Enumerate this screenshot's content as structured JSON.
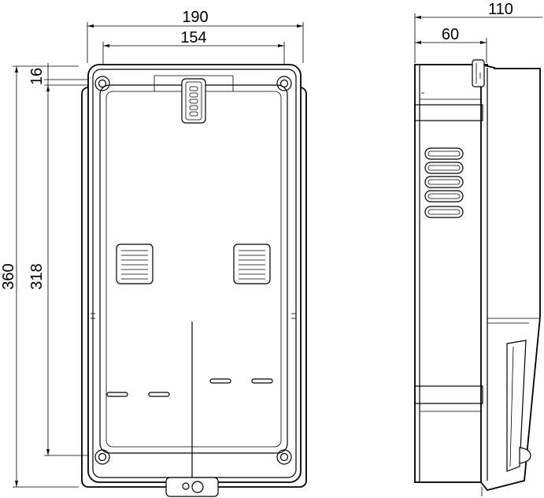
{
  "dimensions": {
    "front_total_width": "190",
    "front_inner_width": "154",
    "height_total": "360",
    "height_inner": "318",
    "top_offset": "16",
    "side_total_depth": "110",
    "side_partial_depth": "60"
  }
}
